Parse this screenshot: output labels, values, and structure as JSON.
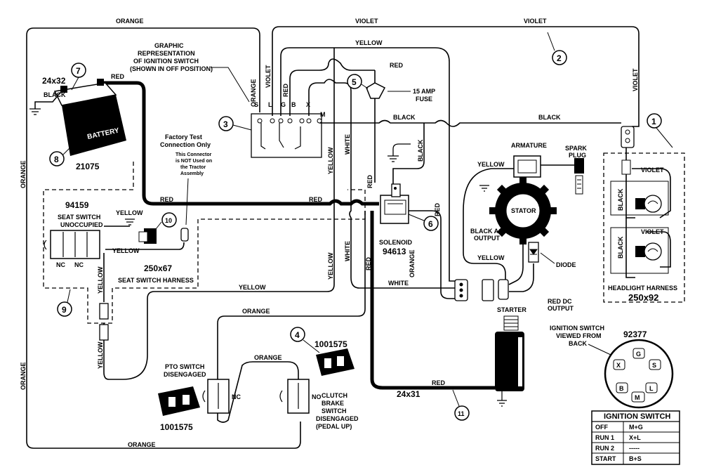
{
  "wire_labels": {
    "orange": "ORANGE",
    "violet": "VIOLET",
    "yellow": "YELLOW",
    "red": "RED",
    "black": "BLACK",
    "white": "WHITE"
  },
  "ignition_graphic": {
    "caption_line1": "GRAPHIC",
    "caption_line2": "REPRESENTATION",
    "caption_line3": "OF IGNITION SWITCH",
    "caption_line4": "(SHOWN IN OFF POSITION)",
    "terminals": [
      "S",
      "L",
      "G",
      "B",
      "X",
      "M"
    ]
  },
  "battery": {
    "label": "BATTERY",
    "size": "24x32",
    "part": "21075",
    "terminal_black": "BLACK"
  },
  "fuse": {
    "line1": "15 AMP",
    "line2": "FUSE"
  },
  "factory_test": {
    "title1": "Factory Test",
    "title2": "Connection Only",
    "note1": "This Connector",
    "note2": "is NOT Used on",
    "note3": "the Tractor",
    "note4": "Assembly"
  },
  "seat_switch": {
    "part": "94159",
    "line1": "SEAT SWITCH",
    "line2": "UNOCCUPIED",
    "nc1": "NC",
    "nc2": "NC",
    "harness_size": "250x67",
    "harness_label": "SEAT SWITCH HARNESS"
  },
  "solenoid": {
    "label": "SOLENOID",
    "part": "94613"
  },
  "engine": {
    "armature": "ARMATURE",
    "spark1": "SPARK",
    "spark2": "PLUG",
    "stator": "STATOR",
    "black_ac1": "BLACK AC",
    "black_ac2": "OUTPUT",
    "diode": "DIODE",
    "red_dc1": "RED DC",
    "red_dc2": "OUTPUT",
    "starter": "STARTER"
  },
  "headlight": {
    "label": "HEADLIGHT HARNESS",
    "size": "250x92"
  },
  "pto_switch": {
    "line1": "PTO SWITCH",
    "line2": "DISENGAGED",
    "nc": "NC",
    "part": "1001575"
  },
  "clutch_switch": {
    "line1": "CLUTCH",
    "line2": "BRAKE",
    "line3": "SWITCH",
    "line4": "DISENGAGED",
    "line5": "(PEDAL UP)",
    "no": "NO",
    "part": "1001575"
  },
  "red_cable": {
    "size": "24x31"
  },
  "ignition_back": {
    "part": "92377",
    "line1": "IGNITION SWITCH",
    "line2": "VIEWED FROM",
    "line3": "BACK",
    "pins": [
      "G",
      "X",
      "S",
      "B",
      "L",
      "M"
    ]
  },
  "ignition_table": {
    "title": "IGNITION SWITCH",
    "rows": [
      {
        "position": "OFF",
        "connects": "M+G"
      },
      {
        "position": "RUN 1",
        "connects": "X+L"
      },
      {
        "position": "RUN 2",
        "connects": "-----"
      },
      {
        "position": "START",
        "connects": "B+S"
      }
    ]
  },
  "callouts": [
    "1",
    "2",
    "3",
    "4",
    "5",
    "6",
    "7",
    "8",
    "9",
    "10",
    "11"
  ]
}
